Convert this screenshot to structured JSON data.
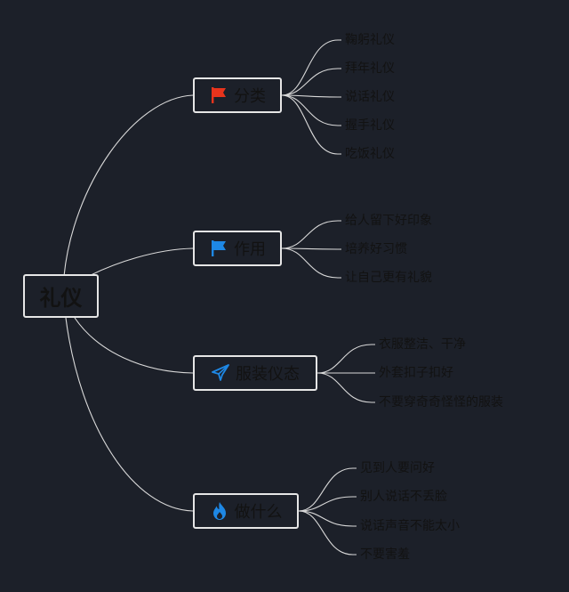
{
  "root": {
    "label": "礼仪"
  },
  "branches": [
    {
      "label": "分类",
      "icon": "red-flag-icon",
      "icon_color": "#e8341c",
      "leaves": [
        "鞠躬礼仪",
        "拜年礼仪",
        "说话礼仪",
        "握手礼仪",
        "吃饭礼仪"
      ]
    },
    {
      "label": "作用",
      "icon": "blue-flag-icon",
      "icon_color": "#1e88e5",
      "leaves": [
        "给人留下好印象",
        "培养好习惯",
        "让自己更有礼貌"
      ]
    },
    {
      "label": "服装仪态",
      "icon": "paper-plane-icon",
      "icon_color": "#1e88e5",
      "leaves": [
        "衣服整洁、干净",
        "外套扣子扣好",
        "不要穿奇奇怪怪的服装"
      ]
    },
    {
      "label": "做什么",
      "icon": "fire-icon",
      "icon_color": "#1e88e5",
      "leaves": [
        "见到人要问好",
        "别人说话不丢脸",
        "说话声音不能太小",
        "不要害羞"
      ]
    }
  ],
  "colors": {
    "background": "#1c2029",
    "line": "#d9d9d9",
    "border": "#e6e6e6",
    "text": "#121212"
  }
}
